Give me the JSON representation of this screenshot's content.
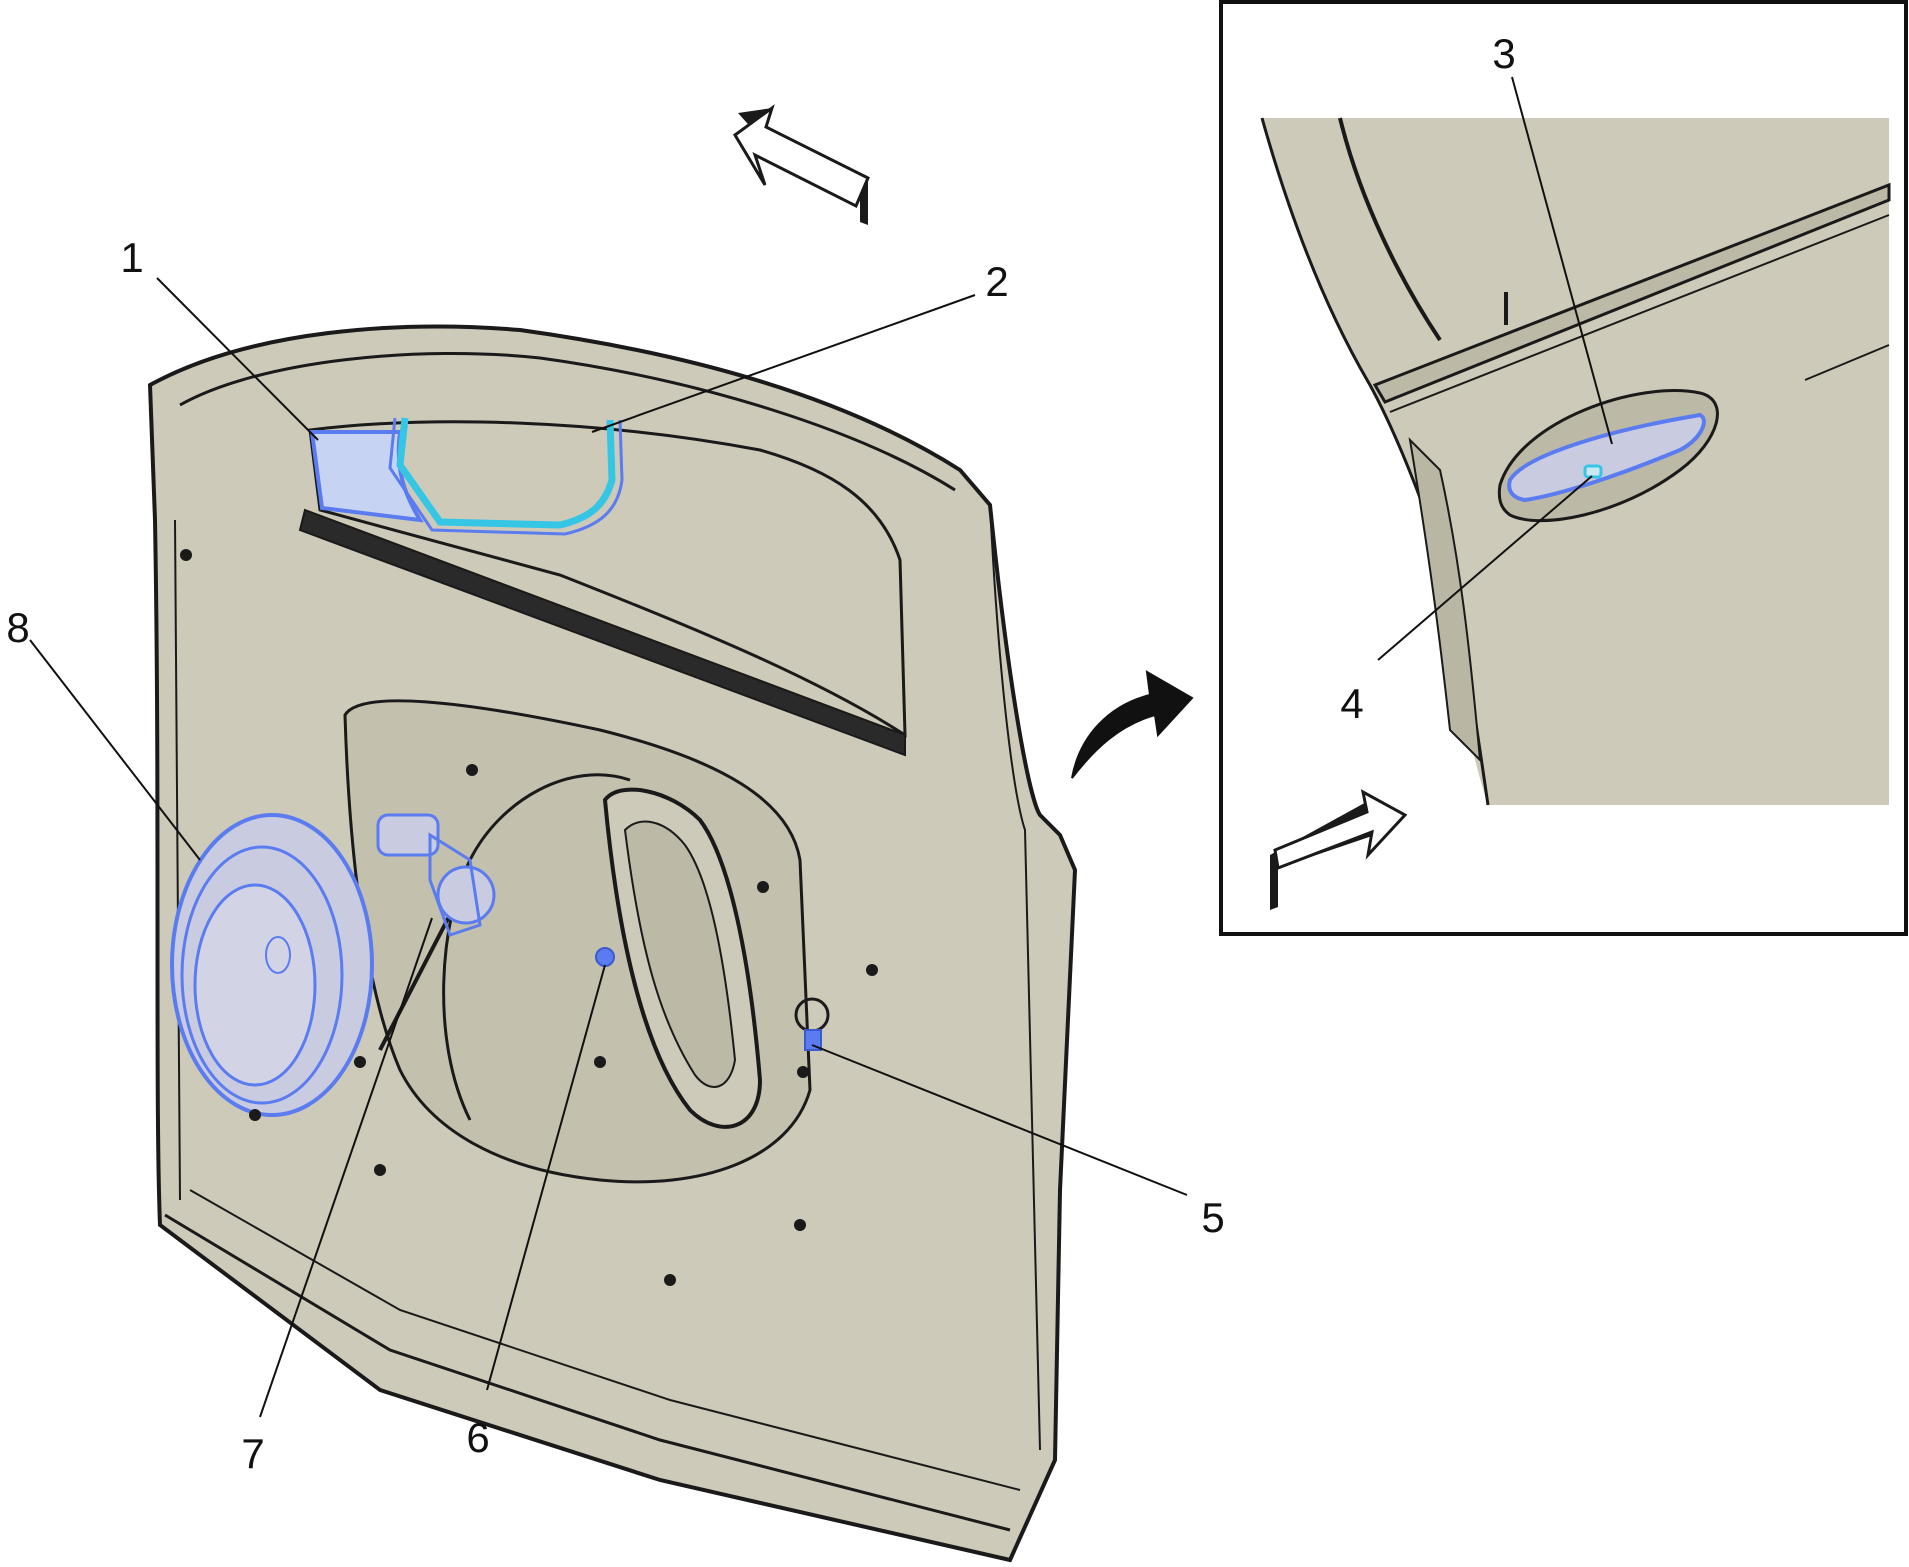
{
  "colors": {
    "panel": "#cdcab9",
    "panel_dark": "#b9b6a4",
    "outline": "#1a1a1a",
    "highlight": "#5b7cf0",
    "highlight_light": "#35c6e6",
    "background": "#ffffff"
  },
  "icons": {
    "orientation_arrow": "hollow-3d-arrow-icon",
    "zoom_arrow": "curved-arrow-icon"
  },
  "callouts": [
    {
      "id": "1",
      "label": "1"
    },
    {
      "id": "2",
      "label": "2"
    },
    {
      "id": "3",
      "label": "3"
    },
    {
      "id": "4",
      "label": "4"
    },
    {
      "id": "5",
      "label": "5"
    },
    {
      "id": "6",
      "label": "6"
    },
    {
      "id": "7",
      "label": "7"
    },
    {
      "id": "8",
      "label": "8"
    }
  ]
}
